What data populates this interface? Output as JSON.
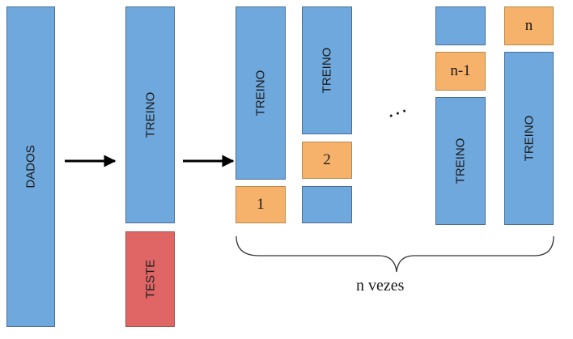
{
  "labels": {
    "dados": "DADOS",
    "treino": "TREINO",
    "teste": "TESTE",
    "fold_1": "1",
    "fold_2": "2",
    "fold_n_minus_1": "n-1",
    "fold_n": "n",
    "ellipsis": "…",
    "caption": "n vezes"
  },
  "colors": {
    "blue": "#6fa8dc",
    "orange": "#f6b26b",
    "red": "#e06666"
  }
}
